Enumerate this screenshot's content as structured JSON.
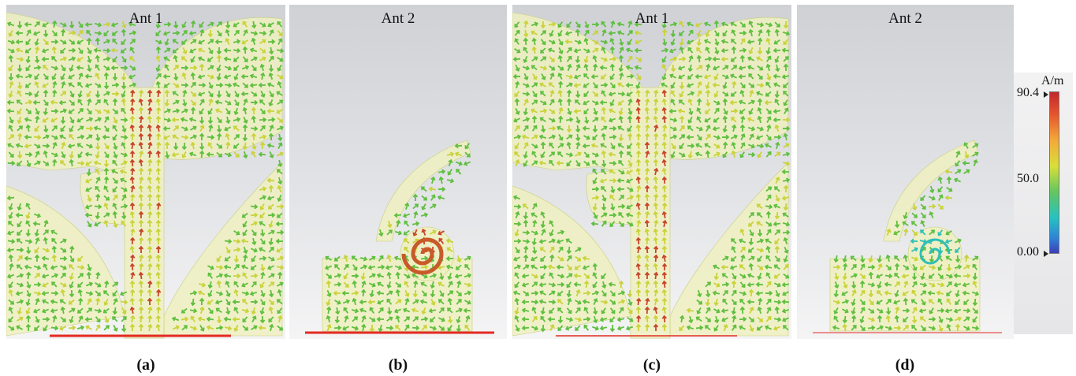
{
  "panels": [
    {
      "title": "Ant 1",
      "caption": "(a)",
      "shape": "plant-left"
    },
    {
      "title": "Ant 2",
      "caption": "(b)",
      "shape": "curl",
      "state": "strong-spiral"
    },
    {
      "title": "Ant 1",
      "caption": "(c)",
      "shape": "plant-right"
    },
    {
      "title": "Ant 2",
      "caption": "(d)",
      "shape": "curl",
      "state": "weak-spiral"
    }
  ],
  "legend": {
    "unit": "A/m",
    "max_label": "90.4",
    "mid_label": "50.0",
    "min_label": "0.00",
    "colors": [
      "#c0272d",
      "#f3a93b",
      "#d8df3a",
      "#63c560",
      "#27c2c0",
      "#3a3fb5"
    ]
  },
  "colors": {
    "substrate": "#f0f2c4",
    "arrow_green": "#5fbf3f",
    "arrow_yellow": "#c9d33a",
    "arrow_red": "#c8452a",
    "ground_line": "#e32a22"
  }
}
